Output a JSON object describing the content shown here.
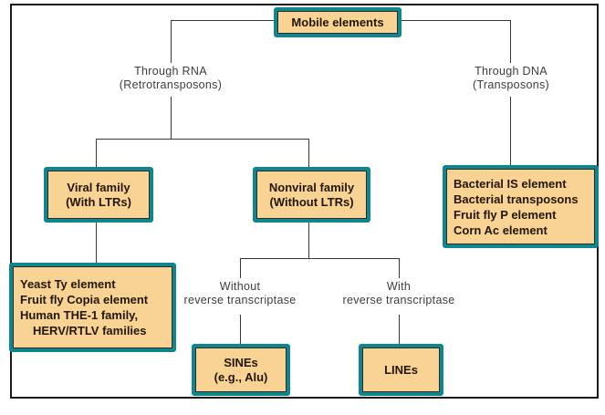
{
  "diagram": {
    "root": {
      "label": "Mobile elements"
    },
    "level1": {
      "rna": {
        "line1": "Through RNA",
        "line2": "(Retrotransposons)"
      },
      "dna": {
        "line1": "Through DNA",
        "line2": "(Transposons)"
      }
    },
    "level2": {
      "viral": {
        "line1": "Viral family",
        "line2": "(With LTRs)"
      },
      "nonviral": {
        "line1": "Nonviral family",
        "line2": "(Without LTRs)"
      },
      "dna_examples": [
        "Bacterial IS element",
        "Bacterial transposons",
        "Fruit fly P element",
        "Corn Ac element"
      ]
    },
    "level3": {
      "viral_examples": [
        "Yeast Ty element",
        "Fruit fly Copia element",
        "Human THE-1 family,",
        "HERV/RTLV families"
      ],
      "without_rt": {
        "line1": "Without",
        "line2": "reverse transcriptase"
      },
      "with_rt": {
        "line1": "With",
        "line2": "reverse transcriptase"
      }
    },
    "level4": {
      "sines": {
        "line1": "SINEs",
        "line2": "(e.g., Alu)"
      },
      "lines": {
        "label": "LINEs"
      }
    },
    "colors": {
      "box_fill": "#F9D394",
      "box_border": "#0F868E",
      "box_text": "#221600",
      "label_text": "#3d3d3d",
      "connector": "#383838",
      "frame_border": "#1a1a1a",
      "background": "#ffffff"
    }
  }
}
